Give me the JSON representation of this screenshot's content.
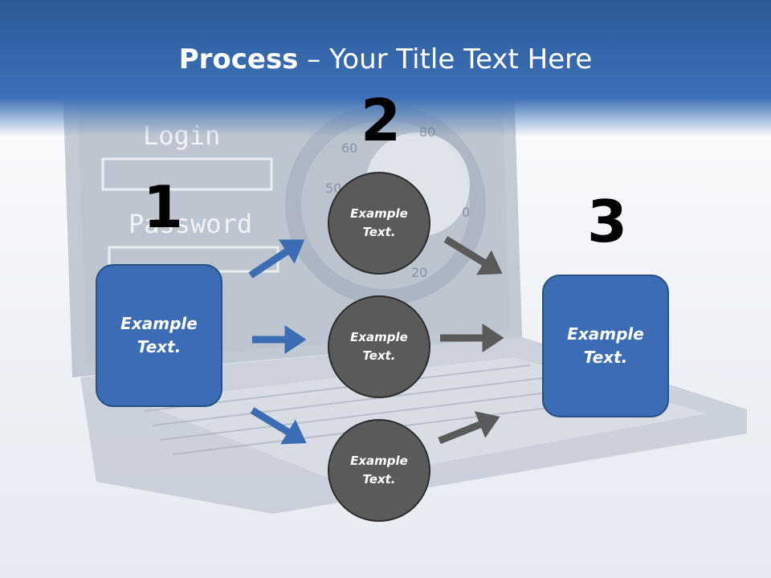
{
  "title": {
    "bold": "Process",
    "rest": " – Your Title Text Here"
  },
  "steps": {
    "n1": "1",
    "n2": "2",
    "n3": "3"
  },
  "left_box": "Example\nText.",
  "circles": [
    "Example\nText.",
    "Example\nText.",
    "Example\nText."
  ],
  "right_box": "Example\nText.",
  "background": {
    "login_label": "Login",
    "password_label": "Password",
    "dial_numbers": [
      "60",
      "80",
      "50",
      "20",
      "0"
    ]
  },
  "colors": {
    "accent": "#3b6cb4",
    "circle": "#5a5a5a",
    "arrow_blue": "#3b6cb4",
    "arrow_gray": "#5a5a5a"
  }
}
